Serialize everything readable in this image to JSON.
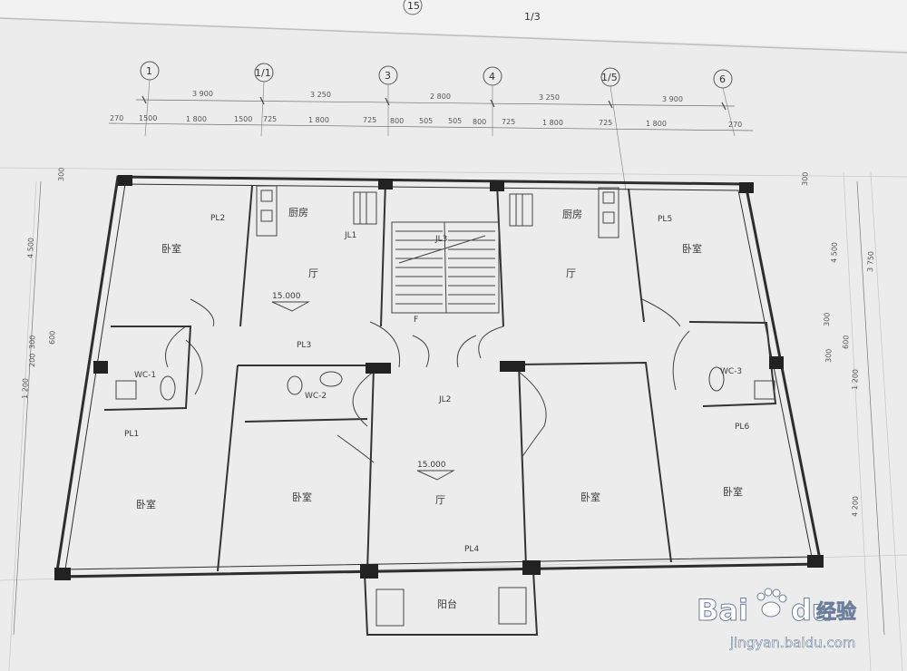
{
  "top_partial": [
    "15",
    "1/3"
  ],
  "grid_axes": [
    "1",
    "1/1",
    "3",
    "4",
    "1/5",
    "6"
  ],
  "dims_overall": [
    "3 900",
    "3 250",
    "2 800",
    "3 250",
    "3 900"
  ],
  "dims_detail": [
    "270",
    "1500",
    "1 800",
    "1500",
    "725",
    "1 800",
    "725",
    "800",
    "505",
    "505",
    "800",
    "725",
    "1 800",
    "725",
    "1 800",
    "270"
  ],
  "dims_left": [
    "4 500",
    "300",
    "200",
    "300",
    "600",
    "1 200"
  ],
  "dims_right": [
    "4 500",
    "3 750",
    "300",
    "600",
    "300",
    "1 200",
    "4 200"
  ],
  "dims_edge": [
    "300",
    "300"
  ],
  "rooms": {
    "kitchen_l": "厨房",
    "kitchen_r": "厨房",
    "bed_nw": "卧室",
    "bed_ne": "卧室",
    "hall_l": "厅",
    "hall_r": "厅",
    "hall_c": "厅",
    "bed_sw": "卧室",
    "bed_s2": "卧室",
    "bed_s3": "卧室",
    "bed_se": "卧室",
    "balcony": "阳台"
  },
  "tags": {
    "pl1": "PL1",
    "pl2": "PL2",
    "pl3": "PL3",
    "pl4": "PL4",
    "pl5": "PL5",
    "pl6": "PL6",
    "jl1": "JL1",
    "jl2": "JL2",
    "jl3": "JL3",
    "wc1": "WC-1",
    "wc2": "WC-2",
    "wc3": "WC-3"
  },
  "elevations": [
    "15.000",
    "15.000"
  ],
  "stair_mark": "F",
  "watermark": {
    "brand": "Bai",
    "brand2": "du",
    "cn": "经验",
    "url": "jingyan.baidu.com"
  }
}
